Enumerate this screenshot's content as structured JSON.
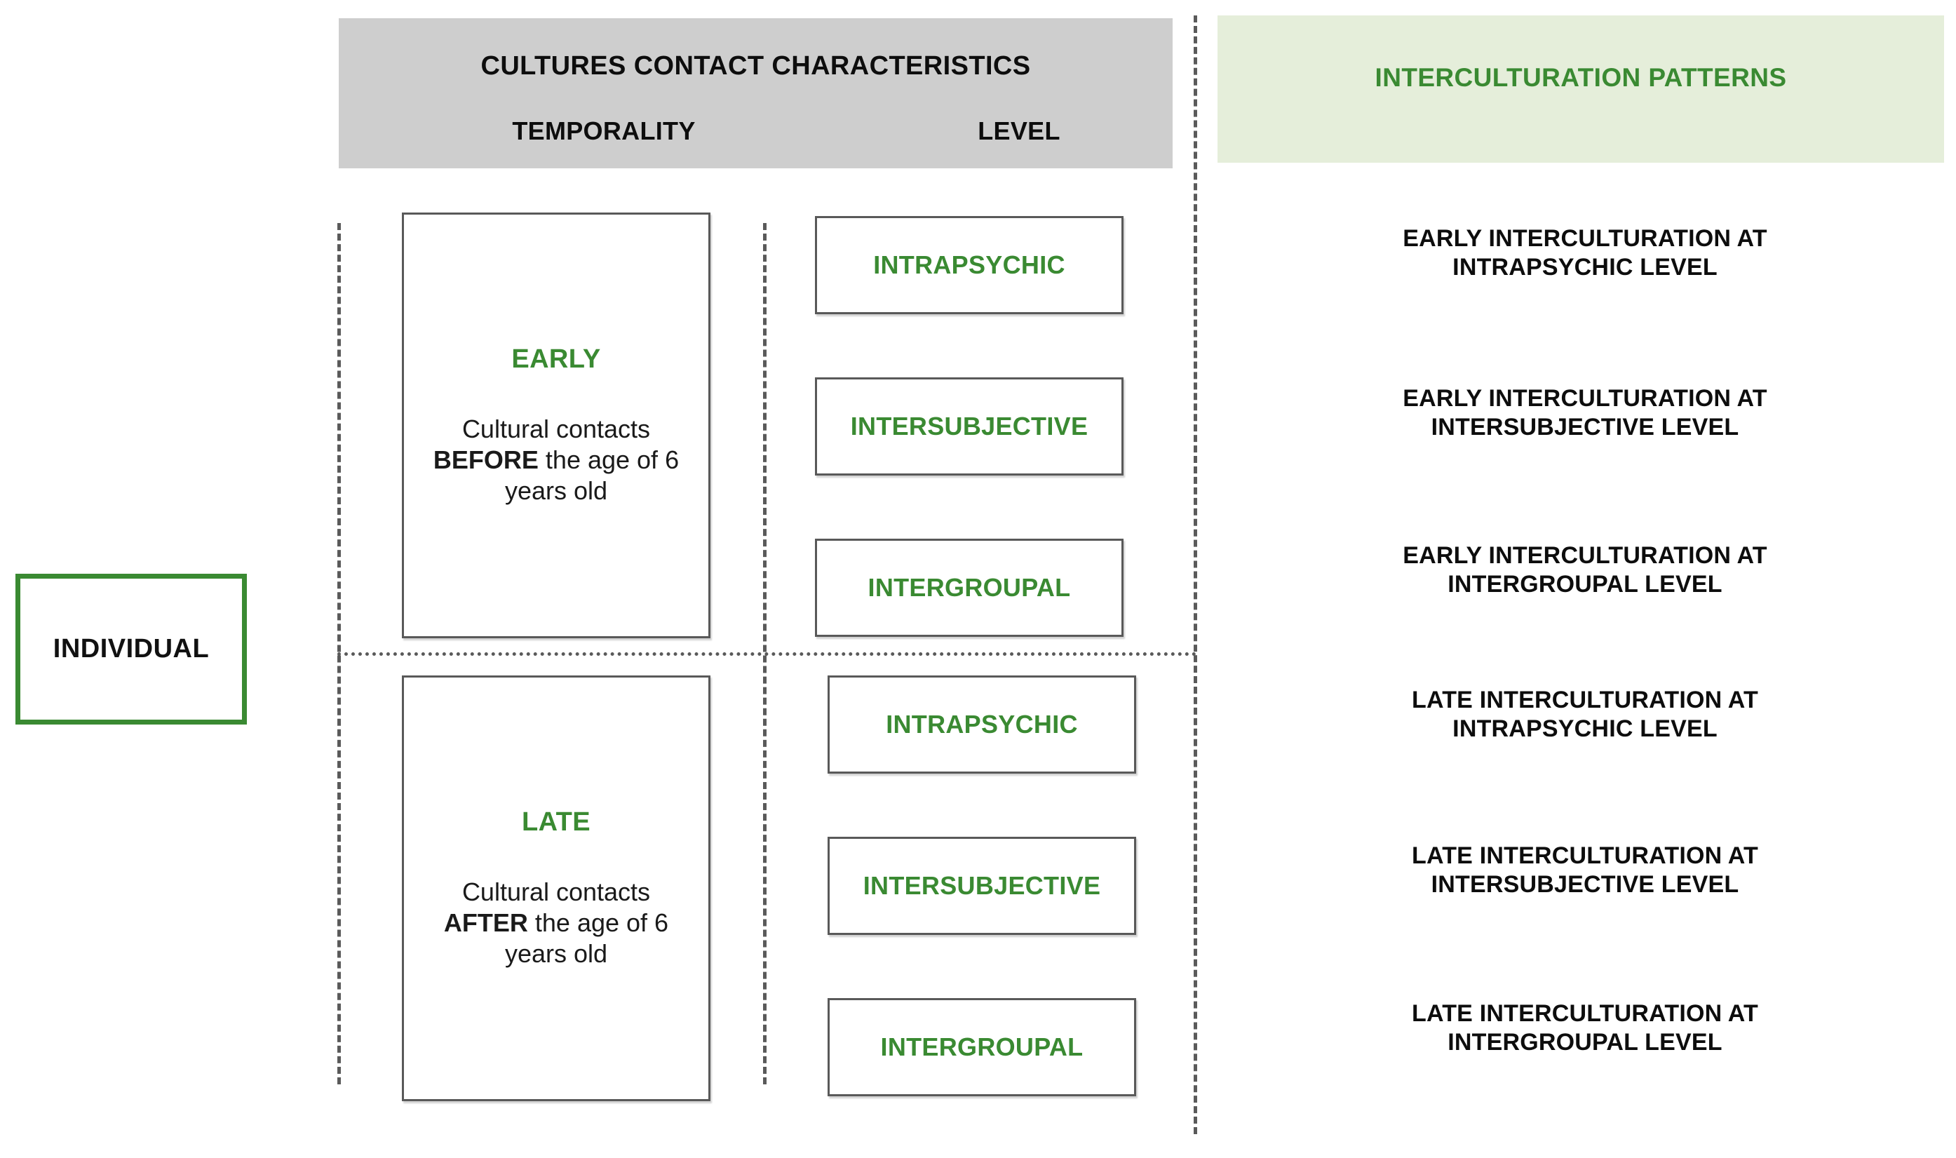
{
  "colors": {
    "green_accent": "#3a8a32",
    "header_gray": "#cecece",
    "header_green": "#e5eeda",
    "box_border": "#595959",
    "text_black": "#0d0d0d"
  },
  "headers": {
    "contact": {
      "title": "CULTURES CONTACT CHARACTERISTICS",
      "columns": [
        "TEMPORALITY",
        "LEVEL"
      ]
    },
    "patterns": {
      "title": "INTERCULTURATION PATTERNS"
    }
  },
  "individual": {
    "label": "INDIVIDUAL"
  },
  "temporality": [
    {
      "title": "EARLY",
      "desc_prefix": "Cultural contacts ",
      "desc_strong": "BEFORE",
      "desc_suffix": " the age of 6 years old"
    },
    {
      "title": "LATE",
      "desc_prefix": "Cultural contacts ",
      "desc_strong": "AFTER",
      "desc_suffix": " the age of 6 years old"
    }
  ],
  "levels_early": [
    {
      "label": "INTRAPSYCHIC"
    },
    {
      "label": "INTERSUBJECTIVE"
    },
    {
      "label": "INTERGROUPAL"
    }
  ],
  "levels_late": [
    {
      "label": "INTRAPSYCHIC"
    },
    {
      "label": "INTERSUBJECTIVE"
    },
    {
      "label": "INTERGROUPAL"
    }
  ],
  "patterns": [
    {
      "line1": "EARLY INTERCULTURATION AT",
      "line2": "INTRAPSYCHIC LEVEL"
    },
    {
      "line1": "EARLY INTERCULTURATION AT",
      "line2": "INTERSUBJECTIVE LEVEL"
    },
    {
      "line1": "EARLY INTERCULTURATION AT",
      "line2": "INTERGROUPAL LEVEL"
    },
    {
      "line1": "LATE INTERCULTURATION AT",
      "line2": "INTRAPSYCHIC LEVEL"
    },
    {
      "line1": "LATE INTERCULTURATION AT",
      "line2": "INTERSUBJECTIVE LEVEL"
    },
    {
      "line1": "LATE INTERCULTURATION AT",
      "line2": "INTERGROUPAL LEVEL"
    }
  ]
}
